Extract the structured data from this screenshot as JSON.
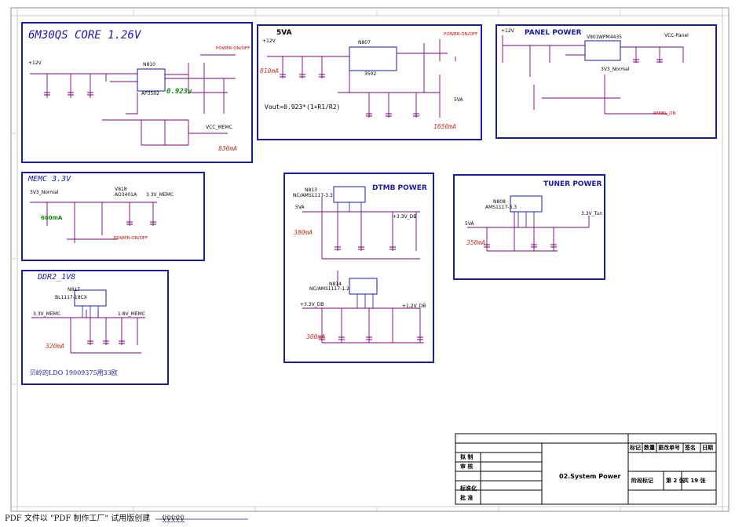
{
  "footer": {
    "text": "PDF 文件以 \"PDF 制作工厂\" 试用版创建",
    "link": "ÿÿÿÿÿ"
  },
  "blocks": {
    "core": {
      "title": "6M30QS CORE 1.26V",
      "ic": "N810",
      "ic_part": "AP3502",
      "voltage": "0.923v",
      "current": "830mA",
      "vin": "+12V",
      "out": "VCC_MEMC",
      "ctrl": "POWER-ON/OFF"
    },
    "v5": {
      "title": "5VA",
      "ic": "N807",
      "ic_part": "3502",
      "current1": "810mA",
      "current2": "1650mA",
      "formula": "Vout=0.923*(1+R1/R2)",
      "vin": "+12V",
      "out": "5VA",
      "ctrl": "POWER-ON/OFF"
    },
    "panel": {
      "title": "PANEL POWER",
      "ic": "V801",
      "ic_part": "WPM4435",
      "vin": "+12V",
      "out": "VCC-Panel",
      "ctrl": "PANEL_ON",
      "net": "3V3_Normal"
    },
    "memc": {
      "title": "MEMC 3.3V",
      "ic": "V818",
      "ic_part": "AO3401A",
      "current": "600mA",
      "vin": "3V3_Normal",
      "out": "3.3V_MEMC",
      "ctrl": "POWER-ON/OFF"
    },
    "dtmb": {
      "title": "DTMB POWER",
      "ic1": "N813",
      "ic1_part": "NC/AMS1117-3.3",
      "ic2": "N814",
      "ic2_part": "NC/AMS1117-1.2",
      "current1": "380mA",
      "current2": "300mA",
      "vin": "5VA",
      "out1": "+3.3V_DB",
      "out2": "+1.2V_DB"
    },
    "tuner": {
      "title": "TUNER POWER",
      "ic": "N808",
      "ic_part": "AMS1117-3.3",
      "current": "350mA",
      "vin": "5VA",
      "out": "3.3V_Tun"
    },
    "ddr": {
      "title": "DDR2_1V8",
      "ic": "N817",
      "ic_part": "BL1117-18CX",
      "current": "320mA",
      "vin": "3.3V_MEMC",
      "out": "1.8V_MEMC",
      "note": "贝岭的LDO 19009375用33欧"
    }
  },
  "title_block": {
    "header": [
      "标记",
      "数量",
      "更改单号",
      "签名",
      "日期"
    ],
    "rows": [
      "拟 制",
      "审 核",
      "",
      "",
      "标准化",
      "批 准"
    ],
    "drawing": "02.System Power",
    "stage": "阶段标记",
    "sheet": "第 2 张",
    "total": "共 19 张"
  },
  "colors": {
    "wire": "#7a007a",
    "border": "#1a1aa8",
    "text": "#000000",
    "current": "#c0392b",
    "net": "#cc0000"
  }
}
